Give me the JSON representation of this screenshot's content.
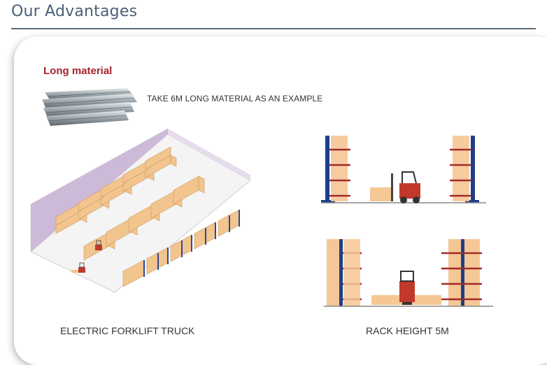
{
  "section": {
    "title": "Our Advantages"
  },
  "card": {
    "heading": "Long material",
    "example_text": "TAKE 6M LONG MATERIAL AS AN EXAMPLE",
    "left_caption": "ELECTRIC FORKLIFT TRUCK",
    "right_caption": "RACK HEIGHT 5M"
  },
  "colors": {
    "title": "#4a6078",
    "heading": "#a5232a",
    "rack_upright": "#1f3e8a",
    "rack_arm": "#c0392b",
    "box": "#f2c48e",
    "forklift": "#c0392b",
    "wall": "#c8b2d4"
  },
  "icons": [
    "steel-pipes-icon",
    "warehouse-illustration",
    "forklift-icon",
    "cantilever-rack-icon"
  ]
}
